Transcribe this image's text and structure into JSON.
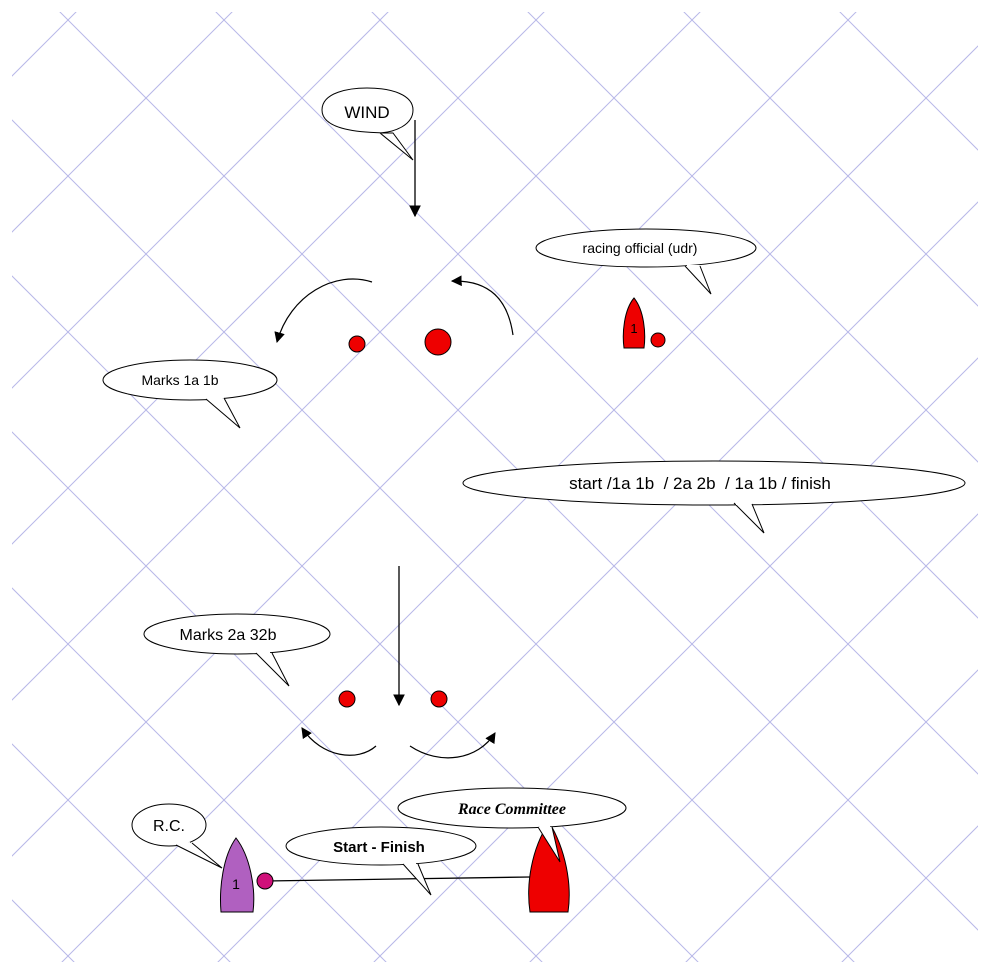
{
  "diagram": {
    "callouts": {
      "wind": "WIND",
      "racing_official": "racing official (udr)",
      "marks_top": "Marks 1a 1b",
      "course": "start /1a 1b  / 2a 2b  / 1a 1b / finish",
      "marks_bottom": "Marks 2a 32b",
      "rc": "R.C.",
      "race_committee": "Race Committee",
      "start_finish": "Start - Finish"
    },
    "boats": {
      "udr_boat_number": "1",
      "rc_boat_number": "1"
    },
    "colors": {
      "grid": "#b8b8e8",
      "mark": "#ee0000",
      "rc_boat": "#b060c0",
      "rc_buoy": "#d0107a",
      "committee_boat": "#ee0000"
    }
  }
}
